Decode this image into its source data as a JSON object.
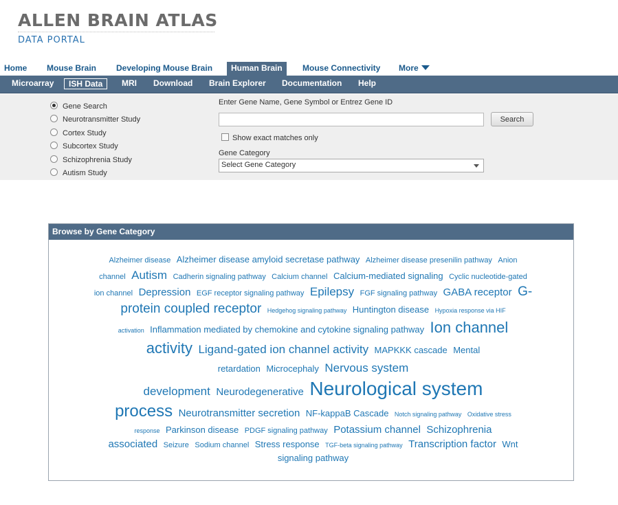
{
  "logo": {
    "title": "ALLEN BRAIN ATLAS",
    "subtitle": "DATA PORTAL"
  },
  "topnav": {
    "items": [
      "Home",
      "Mouse Brain",
      "Developing Mouse Brain",
      "Human Brain",
      "Mouse Connectivity",
      "More"
    ],
    "active": "Human Brain"
  },
  "subnav": {
    "items": [
      "Microarray",
      "ISH Data",
      "MRI",
      "Download",
      "Brain Explorer",
      "Documentation",
      "Help"
    ],
    "active": "ISH Data"
  },
  "search": {
    "studies": [
      "Gene Search",
      "Neurotransmitter Study",
      "Cortex Study",
      "Subcortex Study",
      "Schizophrenia Study",
      "Autism Study"
    ],
    "selected_study": "Gene Search",
    "gene_label": "Enter Gene Name, Gene Symbol or Entrez Gene ID",
    "gene_value": "",
    "search_button": "Search",
    "exact_label": "Show exact matches only",
    "exact_checked": false,
    "category_label": "Gene Category",
    "category_value": "Select Gene Category"
  },
  "browse": {
    "header": "Browse by Gene Category",
    "lines": [
      [
        [
          "Alzheimer disease",
          2
        ],
        [
          "Alzheimer disease amyloid secretase pathway",
          3
        ],
        [
          "Alzheimer disease presenilin pathway",
          2
        ],
        [
          "Anion",
          2
        ]
      ],
      [
        [
          "channel",
          2
        ],
        [
          "Autism",
          5
        ],
        [
          "Cadherin signaling pathway",
          2
        ],
        [
          "Calcium channel",
          2
        ],
        [
          "Calcium-mediated signaling",
          3
        ],
        [
          "Cyclic nucleotide-gated",
          2
        ]
      ],
      [
        [
          "ion channel",
          2
        ],
        [
          "Depression",
          4
        ],
        [
          "EGF receptor signaling pathway",
          2
        ],
        [
          "Epilepsy",
          5
        ],
        [
          "FGF signaling pathway",
          2
        ],
        [
          "GABA receptor",
          4
        ],
        [
          "G-",
          6
        ]
      ],
      [
        [
          "protein coupled receptor",
          6
        ],
        [
          "Hedgehog signaling pathway",
          1
        ],
        [
          "Huntington disease",
          3
        ],
        [
          "Hypoxia response via HIF",
          1
        ]
      ],
      [
        [
          "activation",
          1
        ],
        [
          "Inflammation mediated by chemokine and cytokine signaling pathway",
          3
        ],
        [
          "Ion channel",
          7
        ]
      ],
      [
        [
          "activity",
          7
        ],
        [
          "Ligand-gated ion channel activity",
          5
        ],
        [
          "MAPKKK cascade",
          3
        ],
        [
          "Mental",
          3
        ]
      ],
      [
        [
          "retardation",
          3
        ],
        [
          "Microcephaly",
          3
        ],
        [
          "Nervous system",
          5
        ]
      ],
      [
        [
          "development",
          5
        ],
        [
          "Neurodegenerative",
          4
        ],
        [
          "Neurological system",
          9
        ]
      ],
      [
        [
          "process",
          8
        ],
        [
          "Neurotransmitter secretion",
          4
        ],
        [
          "NF-kappaB Cascade",
          3
        ],
        [
          "Notch signaling pathway",
          1
        ],
        [
          "Oxidative stress",
          1
        ]
      ],
      [
        [
          "response",
          1
        ],
        [
          "Parkinson disease",
          3
        ],
        [
          "PDGF signaling pathway",
          2
        ],
        [
          "Potassium channel",
          4
        ],
        [
          "Schizophrenia",
          4
        ]
      ],
      [
        [
          "associated",
          4
        ],
        [
          "Seizure",
          2
        ],
        [
          "Sodium channel",
          2
        ],
        [
          "Stress response",
          3
        ],
        [
          "TGF-beta signaling pathway",
          1
        ],
        [
          "Transcription factor",
          4
        ],
        [
          "Wnt",
          3
        ]
      ],
      [
        [
          "signaling pathway",
          3
        ]
      ]
    ]
  },
  "colors": {
    "nav_bar": "#4f6b87",
    "link": "#1f77b4",
    "panel_bg": "#efefef"
  }
}
